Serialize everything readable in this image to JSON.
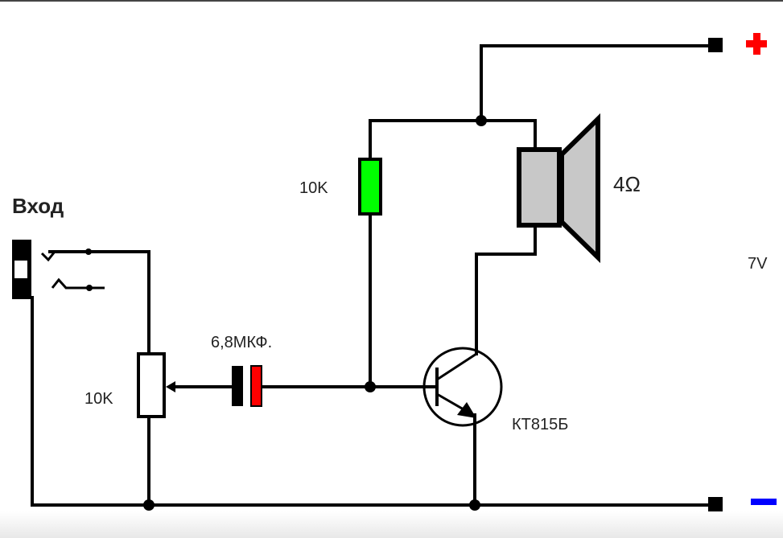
{
  "labels": {
    "input": "Вход",
    "resistor": "10K",
    "potentiometer": "10K",
    "capacitor": "6,8МКФ.",
    "transistor": "КТ815Б",
    "speaker": "4Ω",
    "voltage": "7V"
  },
  "terminals": {
    "positive": {
      "symbol": "plus",
      "color": "#ff0000"
    },
    "negative": {
      "symbol": "minus",
      "color": "#0000ff"
    }
  },
  "colors": {
    "resistor_fill": "#00ff00",
    "capacitor_positive_plate": "#ff0000",
    "capacitor_negative_plate": "#000000",
    "speaker_fill": "#c8c8c8",
    "wire": "#000000"
  }
}
